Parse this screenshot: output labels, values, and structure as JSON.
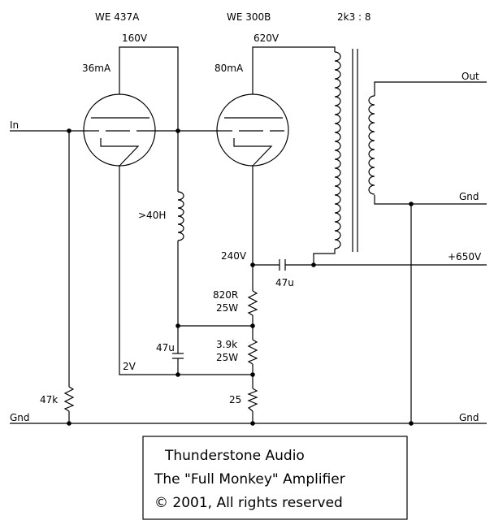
{
  "tubes": {
    "v1": {
      "label": "WE 437A",
      "plate_voltage": "160V",
      "current": "36mA",
      "cathode_voltage": "2V"
    },
    "v2": {
      "label": "WE 300B",
      "plate_voltage": "620V",
      "current": "80mA",
      "cathode_voltage": "240V"
    }
  },
  "transformer": {
    "ratio": "2k3 : 8"
  },
  "choke": {
    "label": ">40H"
  },
  "capacitors": {
    "coupling": "47u",
    "bypass": "47u"
  },
  "resistors": {
    "r_820": {
      "value": "820R",
      "power": "25W"
    },
    "r_3k9": {
      "value": "3.9k",
      "power": "25W"
    },
    "r_25": {
      "value": "25"
    },
    "r_47k": {
      "value": "47k"
    }
  },
  "terminals": {
    "in": "In",
    "gnd_left": "Gnd",
    "out": "Out",
    "gnd_out": "Gnd",
    "supply": "+650V",
    "gnd_right": "Gnd"
  },
  "title_block": {
    "line1": "Thunderstone Audio",
    "line2": "The \"Full Monkey\" Amplifier",
    "line3": "© 2001, All rights reserved"
  }
}
